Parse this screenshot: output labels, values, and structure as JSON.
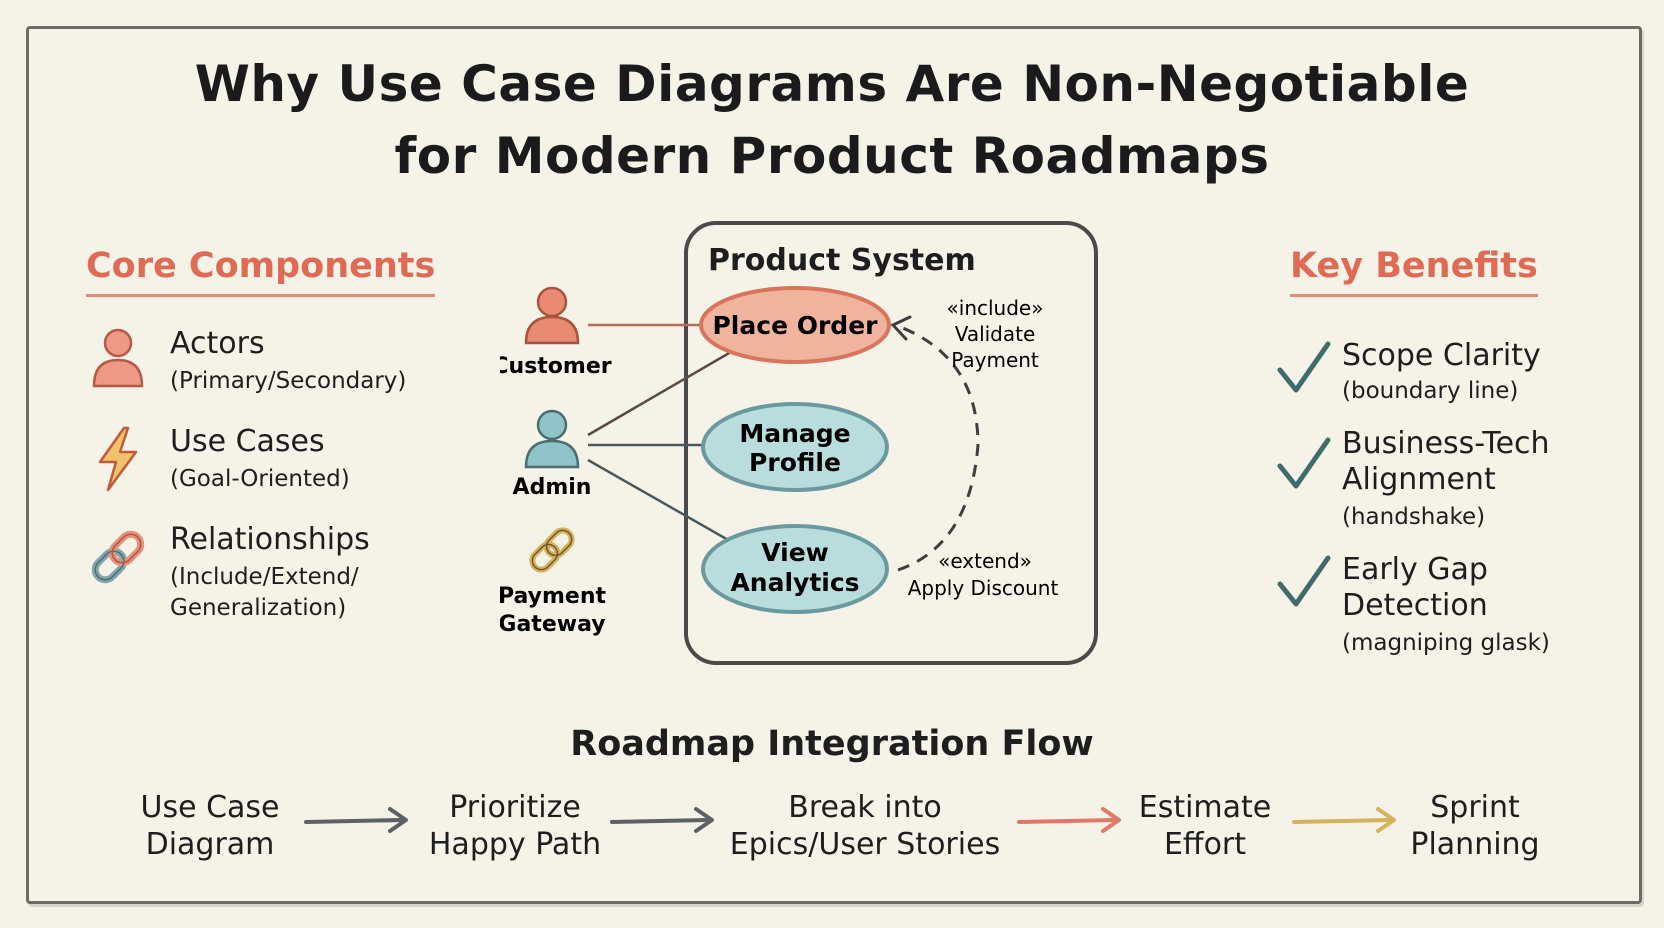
{
  "title": {
    "line1": "Why Use Case Diagrams Are Non-Negotiable",
    "line2": "for Modern Product Roadmaps"
  },
  "core_components": {
    "heading": "Core Components",
    "items": [
      {
        "label": "Actors",
        "sub_lines": [
          "(Primary/Secondary)"
        ],
        "icon": "person-icon"
      },
      {
        "label": "Use Cases",
        "sub_lines": [
          "(Goal-Oriented)"
        ],
        "icon": "lightning-bolt-icon"
      },
      {
        "label": "Relationships",
        "sub_lines": [
          "(Include/Extend/",
          "Generalization)"
        ],
        "icon": "chain-link-icon"
      }
    ]
  },
  "diagram": {
    "system_label": "Product System",
    "actors": [
      {
        "label": "Customer",
        "color": "#e98a73"
      },
      {
        "label": "Admin",
        "color": "#8fc2c9"
      },
      {
        "label_lines": [
          "Payment",
          "Gateway"
        ],
        "color": "#d9b055"
      }
    ],
    "use_cases": [
      {
        "label_lines": [
          "Place Order"
        ],
        "fill": "#f0b39e",
        "stroke": "#d8755d"
      },
      {
        "label_lines": [
          "Manage",
          "Profile"
        ],
        "fill": "#b9dcdc",
        "stroke": "#6a9aa0"
      },
      {
        "label_lines": [
          "View",
          "Analytics"
        ],
        "fill": "#b9dcdc",
        "stroke": "#6a9aa0"
      }
    ],
    "include_note": {
      "stereotype": "«include»",
      "lines": [
        "Validate",
        "Payment"
      ]
    },
    "extend_note": {
      "stereotype": "«extend»",
      "lines": [
        "Apply Discount"
      ]
    }
  },
  "key_benefits": {
    "heading": "Key Benefits",
    "items": [
      {
        "lines": [
          "Scope Clarity"
        ],
        "sub": "(boundary line)"
      },
      {
        "lines": [
          "Business-Tech",
          "Alignment"
        ],
        "sub": "(handshake)"
      },
      {
        "lines": [
          "Early Gap",
          "Detection"
        ],
        "sub": "(magniping glask)"
      }
    ]
  },
  "flow": {
    "title": "Roadmap Integration Flow",
    "steps": [
      {
        "lines": [
          "Use Case",
          "Diagram"
        ]
      },
      {
        "lines": [
          "Prioritize",
          "Happy Path"
        ]
      },
      {
        "lines": [
          "Break into",
          "Epics/User Stories"
        ]
      },
      {
        "lines": [
          "Estimate",
          "Effort"
        ]
      },
      {
        "lines": [
          "Sprint",
          "Planning"
        ]
      }
    ],
    "arrow_colors": [
      "#5d6166",
      "#5d6166",
      "#de7a66",
      "#d6b25c"
    ]
  },
  "colors": {
    "accent": "#df6b55",
    "check": "#3f6b6b",
    "background": "#f5f2e8"
  }
}
